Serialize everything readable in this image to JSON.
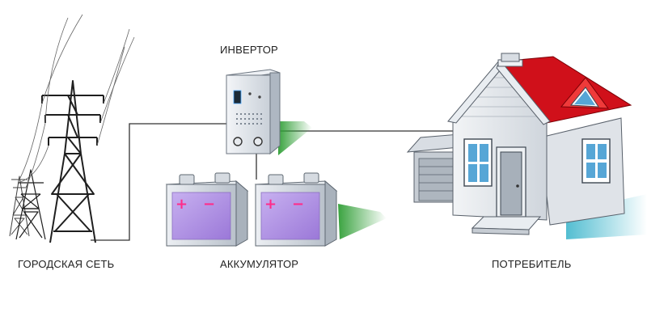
{
  "labels": {
    "inverter": "ИНВЕРТОР",
    "city_grid": "ГОРОДСКАЯ СЕТЬ",
    "battery": "АККУМУЛЯТОР",
    "consumer": "ПОТРЕБИТЕЛЬ"
  },
  "battery_symbols": {
    "plus": "+",
    "minus": "−"
  },
  "colors": {
    "wire": "#333333",
    "roof": "#d0101a",
    "battery_panel": "#b89be6",
    "battery_plus": "#ff2b8a",
    "shadow_green": "#3fae3f",
    "shadow_cyan": "#4fc3d6",
    "inverter_body": "#dde3ea"
  }
}
